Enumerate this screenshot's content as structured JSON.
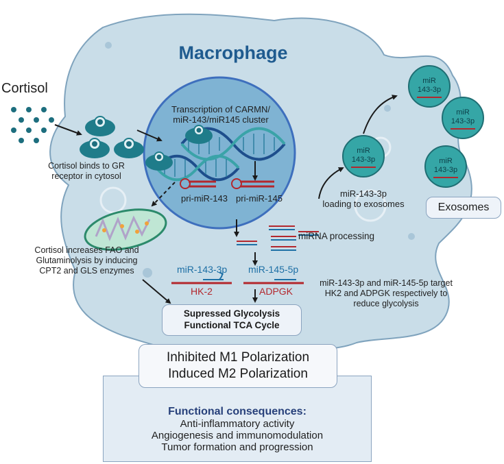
{
  "title": "Macrophage",
  "cortisol": "Cortisol",
  "labels": {
    "transcription": "Transcription of CARMN/\nmiR-143/miR145 cluster",
    "gr_binding": "Cortisol binds to GR\nreceptor in cytosol",
    "pri_mir_143": "pri-miR-143",
    "pri_mir_145": "pri-miR-145",
    "mirna_processing": "miRNA processing",
    "loading": "miR-143-3p\nloading to exosomes",
    "fao": "Cortisol increases FAO and\nGlutaminolysis by inducing\nCPT2 and GLS enzymes",
    "mir_143_3p": "miR-143-3p",
    "mir_145_5p": "miR-145-5p",
    "hk2": "HK-2",
    "adpgk": "ADPGK",
    "target": "miR-143-3p and miR-145-5p target\nHK2 and ADPGK respectively to\nreduce glycolysis",
    "exosome_mir": "miR\n143-3p"
  },
  "boxes": {
    "exosomes": "Exosomes",
    "metabolism_line1": "Supressed Glycolysis",
    "metabolism_line2": "Functional TCA Cycle",
    "polarization_line1": "Inhibited M1 Polarization",
    "polarization_line2": "Induced M2 Polarization",
    "consequences_title": "Functional consequences:",
    "consequences_items": [
      "Anti-inflammatory activity",
      "Angiogenesis and immunomodulation",
      "Tumor formation and progression"
    ]
  },
  "colors": {
    "cell_fill": "#c9dde8",
    "cell_edge": "#7fa3bd",
    "nucleus_fill": "#7fb3d3",
    "nucleus_edge": "#3e6fbd",
    "title": "#1f5b8f",
    "dna_a": "#1e4e8c",
    "dna_b": "#3aa3a8",
    "receptor": "#1f7c8a",
    "cortisol_dot": "#1d6e7e",
    "exosome": "#35a6a6",
    "mirna_blue": "#1d6fa5",
    "mrna_red": "#b3272d",
    "consequences_title": "#27407a"
  }
}
